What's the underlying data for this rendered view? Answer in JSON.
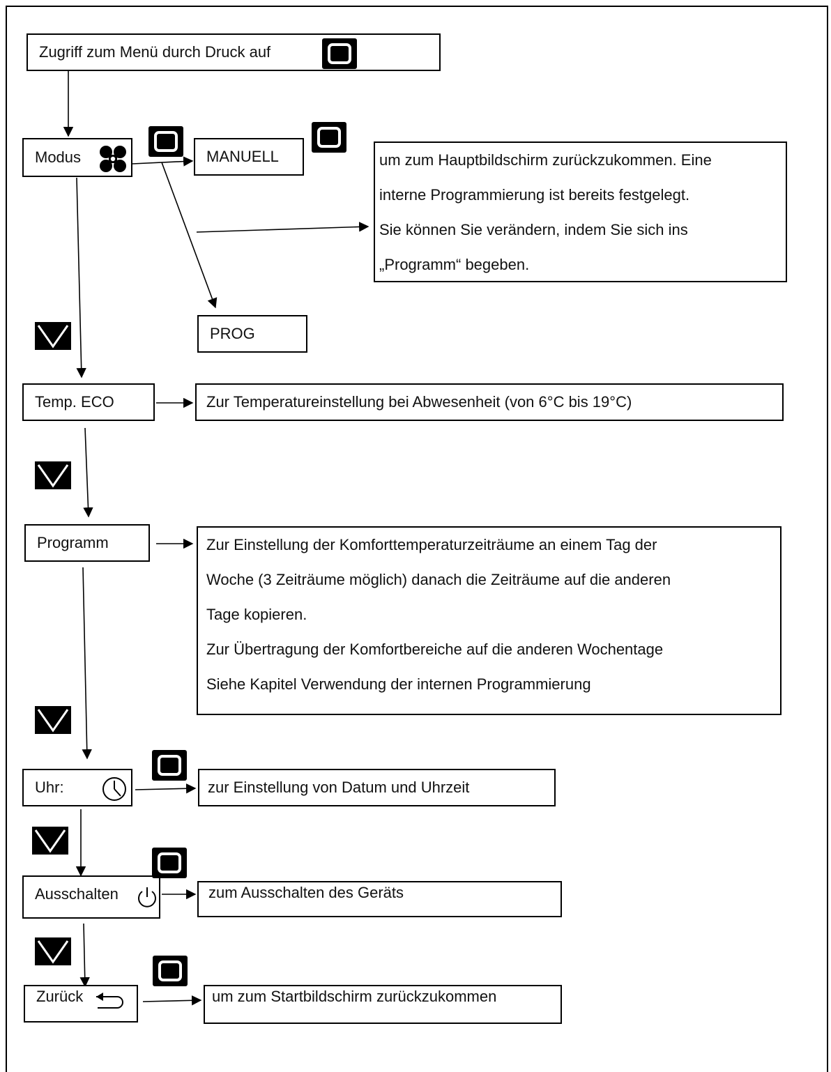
{
  "menu_access": {
    "label": "Zugriff zum Menü durch Druck auf",
    "icon": "menu-button-icon"
  },
  "modus": {
    "label": "Modus",
    "icon": "fan-icon"
  },
  "manuell": {
    "label": "MANUELL"
  },
  "prog": {
    "label": "PROG"
  },
  "modus_description": {
    "lines": [
      "um zum Hauptbildschirm zurückzukommen. Eine",
      "interne Programmierung ist bereits festgelegt.",
      "Sie können Sie verändern, indem Sie sich ins",
      "„Programm“ begeben."
    ]
  },
  "temp_eco": {
    "label": "Temp. ECO",
    "description": "Zur Temperatureinstellung bei Abwesenheit (von 6°C bis 19°C)"
  },
  "programm": {
    "label": "Programm",
    "description_lines": [
      "Zur Einstellung der Komforttemperaturzeiträume an einem Tag der",
      "Woche (3 Zeiträume möglich) danach die Zeiträume auf die anderen",
      "Tage kopieren.",
      "Zur Übertragung der Komfortbereiche auf die anderen Wochentage",
      "Siehe Kapitel Verwendung der internen Programmierung"
    ]
  },
  "uhr": {
    "label": "Uhr:",
    "icon": "clock-icon",
    "description": "zur Einstellung von Datum und Uhrzeit"
  },
  "ausschalten": {
    "label": "Ausschalten",
    "icon": "power-icon",
    "description": "zum Ausschalten des Geräts"
  },
  "zurueck": {
    "label": "Zurück",
    "icon": "return-arrow-icon",
    "description": "um zum Startbildschirm zurückzukommen"
  }
}
